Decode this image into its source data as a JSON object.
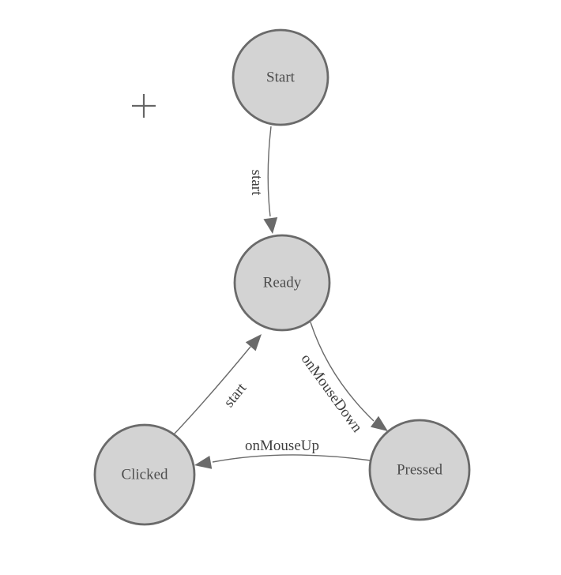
{
  "palette": {
    "background": "#ffffff",
    "node_fill": "#d3d3d3",
    "node_stroke": "#6a6a6a",
    "edge_stroke": "#6a6a6a",
    "node_text": "#4d4d4d",
    "edge_text": "#3f3f3f",
    "cursor_color": "#666666"
  },
  "cursor": {
    "icon": "crosshair-cursor"
  },
  "diagram": {
    "type": "state-machine",
    "nodes": [
      {
        "id": "start",
        "label": "Start"
      },
      {
        "id": "ready",
        "label": "Ready"
      },
      {
        "id": "clicked",
        "label": "Clicked"
      },
      {
        "id": "pressed",
        "label": "Pressed"
      }
    ],
    "edges": [
      {
        "id": "start-to-ready",
        "from": "Start",
        "to": "Ready",
        "label": "start"
      },
      {
        "id": "ready-to-pressed",
        "from": "Ready",
        "to": "Pressed",
        "label": "onMouseDown"
      },
      {
        "id": "pressed-to-clicked",
        "from": "Pressed",
        "to": "Clicked",
        "label": "onMouseUp"
      },
      {
        "id": "clicked-to-ready",
        "from": "Clicked",
        "to": "Ready",
        "label": "start"
      }
    ]
  }
}
